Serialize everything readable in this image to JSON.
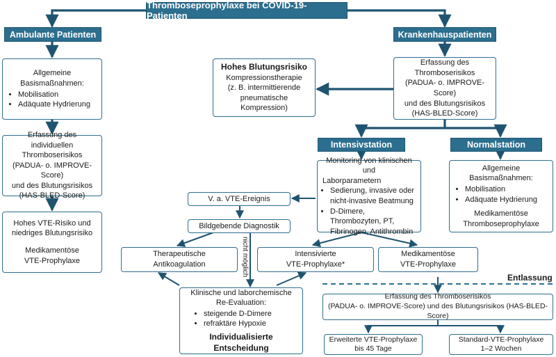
{
  "title": "Thromboseprophylaxe bei COVID-19-Patienten",
  "left": {
    "header": "Ambulante Patienten",
    "box1": {
      "intro": "Allgemeine Basismaßnahmen:",
      "items": [
        "Mobilisation",
        "Adäquate Hydrierung"
      ]
    },
    "box2": [
      "Erfassung des individuellen",
      "Thromboserisikos",
      "(PADUA- o. IMPROVE-Score)",
      "und des Blutungsrisikos",
      "(HAS-BLED-Score)"
    ],
    "box3": [
      "Hohes VTE-Risiko und",
      "niedriges Blutungsrisiko",
      "",
      "Medikamentöse",
      "VTE-Prophylaxe"
    ]
  },
  "right": {
    "header": "Krankenhauspatienten",
    "assess": [
      "Erfassung des",
      "Thromboserisikos",
      "(PADUA- o. IMPROVE-Score)",
      "und des Blutungsrisikos",
      "(HAS-BLED-Score)"
    ],
    "bleeding": {
      "title": "Hohes Blutungsrisiko",
      "lines": [
        "Kompressionstherapie",
        "(z. B. intermittierende",
        "pneumatische Kompression)"
      ]
    },
    "icu_header": "Intensivstation",
    "normal_header": "Normalstation",
    "icu_box": {
      "intro": [
        "Monitoring von klinischen und",
        "Laborparametern"
      ],
      "items": [
        "Sedierung, invasive oder nicht-invasive Beatmung",
        "D-Dimere, Thrombozyten, PT, Fibrinogen, Antithrombin"
      ]
    },
    "normal_box": {
      "intro": "Allgemeine Basismaßnahmen:",
      "items": [
        "Mobilisation",
        "Adäquate Hydrierung"
      ],
      "outro": [
        "Medikamentöse",
        "Thromboseprophylaxe"
      ]
    },
    "vte_event": "V. a. VTE-Ereignis",
    "imaging": "Bildgebende Diagnostik",
    "not_possible": "nicht möglich",
    "therapeutic": [
      "Therapeutische",
      "Antikoagulation"
    ],
    "intensified": [
      "Intensivierte",
      "VTE-Prophylaxe*"
    ],
    "medicinal": [
      "Medikamentöse",
      "VTE-Prophylaxe"
    ],
    "reeval": {
      "intro": [
        "Klinische und laborchemische",
        "Re-Evaluation:"
      ],
      "items": [
        "steigende D-Dimere",
        "refraktäre Hypoxie"
      ],
      "footer": "Individualisierte Entscheidung"
    },
    "discharge": {
      "label": "Entlassung",
      "assess": [
        "Erfassung des Thromboserisikos",
        "(PADUA- o. IMPROVE-Score) und des Blutungsrisikos (HAS-BLED-Score)"
      ],
      "extended": [
        "Erweiterte VTE-Prophylaxe",
        "bis 45 Tage"
      ],
      "standard": [
        "Standard-VTE-Prophylaxe",
        "1–2 Wochen"
      ]
    }
  },
  "colors": {
    "accent": "#2c6e8e",
    "arrow": "#1f5470"
  }
}
